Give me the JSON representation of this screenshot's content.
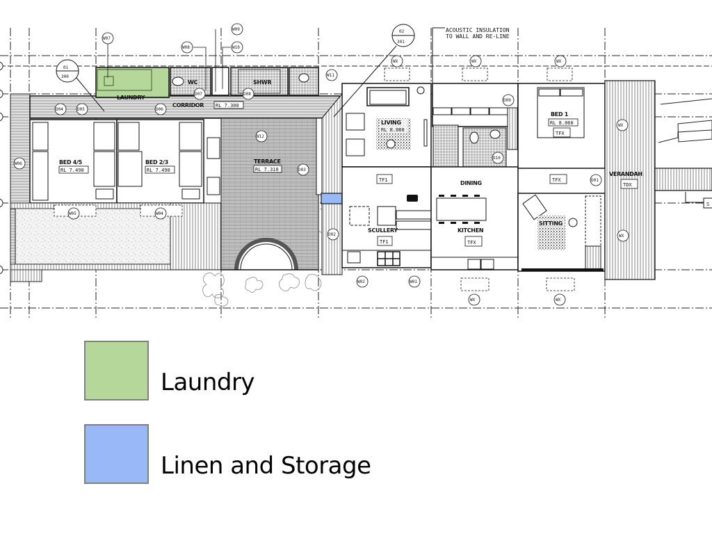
{
  "floor_plan": {
    "rooms": [
      {
        "name": "LAUNDRY",
        "highlight": "laundry"
      },
      {
        "name": "WC"
      },
      {
        "name": "SHWR"
      },
      {
        "name": "CORRIDOR",
        "rl": "RL 7.300"
      },
      {
        "name": "BED 4/5",
        "rl": "RL 7.490"
      },
      {
        "name": "BED 2/3",
        "rl": "RL 7.490"
      },
      {
        "name": "TERRACE",
        "rl": "RL 7.310"
      },
      {
        "name": "LIVING",
        "rl": "RL 8.060"
      },
      {
        "name": "BED 1",
        "rl": "RL 8.060",
        "finish": "TFX"
      },
      {
        "name": "DINING"
      },
      {
        "name": "KITCHEN",
        "finish": "TFX"
      },
      {
        "name": "SCULLERY",
        "finish": "TF1"
      },
      {
        "name": "SITTING"
      },
      {
        "name": "VERANDAH",
        "finish": "TDX"
      }
    ],
    "labels": {
      "laundry": "LAUNDRY",
      "wc": "WC",
      "shwr": "SHWR",
      "corridor": "CORRIDOR",
      "corridor_rl": "RL 7.300",
      "bed45": "BED 4/5",
      "bed45_rl": "RL 7.490",
      "bed23": "BED 2/3",
      "bed23_rl": "RL 7.490",
      "terrace": "TERRACE",
      "terrace_rl": "RL 7.310",
      "living": "LIVING",
      "living_rl": "RL 8.060",
      "bed1": "BED 1",
      "bed1_rl": "RL 8.060",
      "bed1_finish": "TFX",
      "dining": "DINING",
      "kitchen": "KITCHEN",
      "kitchen_finish": "TFX",
      "scullery": "SCULLERY",
      "scullery_finish": "TF1",
      "living_finish": "TF1",
      "hall_finish": "TFX",
      "sitting": "SITTING",
      "verandah": "VERANDAH",
      "verandah_finish": "TDX",
      "stair_tag": "S"
    },
    "tags": {
      "d04": "D04",
      "d05": "D05",
      "d06": "D06",
      "d07": "D07",
      "d08": "D08",
      "d09": "D09",
      "d10": "D10",
      "d01": "D01",
      "d02": "D02",
      "d03": "D03",
      "w07": "W07",
      "w08": "W08",
      "w09": "W09",
      "w10": "W10",
      "w11": "W11",
      "w12": "W12",
      "w06": "W06",
      "w05": "W05",
      "w04": "W04",
      "w02": "W02",
      "w01": "W01",
      "wx": "WX"
    },
    "section_markers": [
      {
        "top": "01",
        "bottom": "300"
      },
      {
        "top": "02",
        "bottom": "301"
      }
    ],
    "note_line1": "ACOUSTIC INSULATION",
    "note_line2": "TO WALL AND RE-LINE",
    "colors": {
      "laundry": "#b6d79a",
      "linen_storage": "#99b8f8",
      "linework": "#111111"
    }
  },
  "legend": {
    "items": [
      {
        "label": "Laundry",
        "color": "#b6d79a"
      },
      {
        "label": "Linen and Storage",
        "color": "#99b8f8"
      }
    ]
  }
}
